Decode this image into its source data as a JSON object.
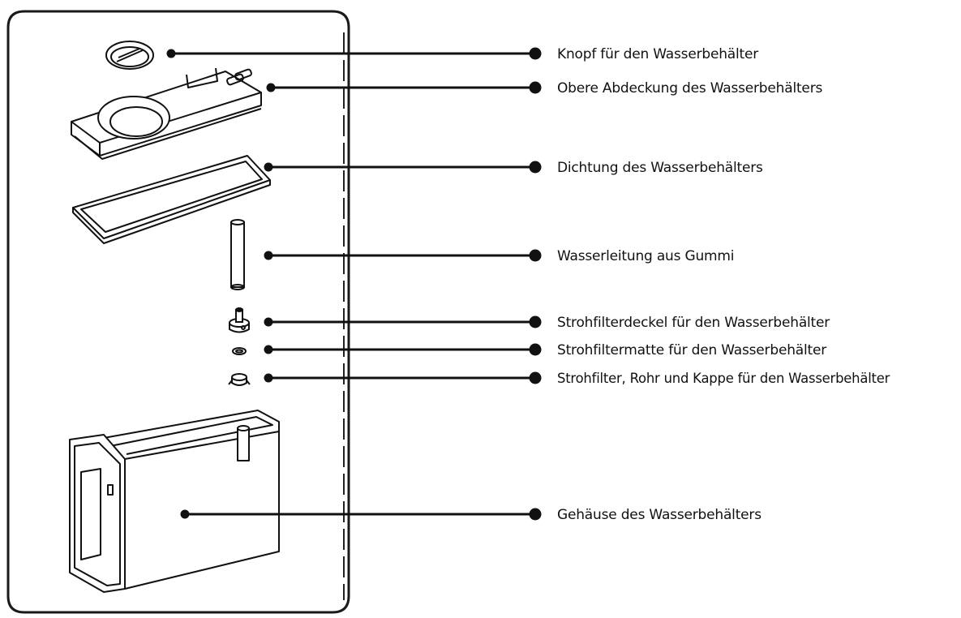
{
  "diagram": {
    "parts": [
      {
        "id": "knob",
        "icon": "knob-icon",
        "label": "Knopf für den Wasserbehälter"
      },
      {
        "id": "top-cover",
        "icon": "top-cover-icon",
        "label": "Obere Abdeckung des Wasserbehälters"
      },
      {
        "id": "seal",
        "icon": "seal-icon",
        "label": "Dichtung des Wasserbehälters"
      },
      {
        "id": "rubber-tube",
        "icon": "rubber-tube-icon",
        "label": "Wasserleitung aus Gummi"
      },
      {
        "id": "straw-filter-cap",
        "icon": "straw-filter-cap-icon",
        "label": "Strohfilterdeckel für den Wasserbehälter"
      },
      {
        "id": "straw-filter-mat",
        "icon": "straw-filter-mat-icon",
        "label": "Strohfiltermatte für den Wasserbehälter"
      },
      {
        "id": "straw-filter-tube-cap",
        "icon": "straw-filter-tube-cap-icon",
        "label": "Strohfilter, Rohr und Kappe für den Wasserbehälter"
      },
      {
        "id": "housing",
        "icon": "tank-housing-icon",
        "label": "Gehäuse des Wasserbehälters"
      }
    ],
    "colors": {
      "line": "#111111",
      "frame": "#1a1a1a",
      "dash": "#222222"
    }
  }
}
